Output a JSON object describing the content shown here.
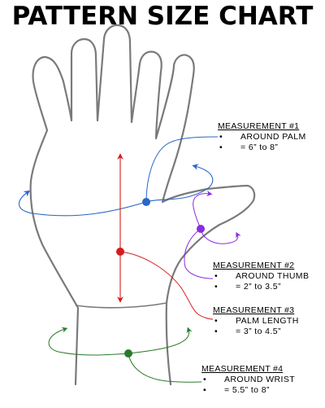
{
  "title": "PATTERN SIZE CHART",
  "colors": {
    "outline": "#7a7a7a",
    "palm": "#2a66c8",
    "thumb": "#8a2be2",
    "length": "#d41c1c",
    "wrist": "#2a7a2a"
  },
  "measurements": [
    {
      "heading": "MEASUREMENT #1",
      "line1": "AROUND PALM",
      "line2": "= 6” to 8”",
      "bullet": "•",
      "color_key": "palm"
    },
    {
      "heading": "MEASUREMENT #2",
      "line1": "AROUND THUMB",
      "line2": "= 2” to 3.5”",
      "bullet": "•",
      "color_key": "thumb"
    },
    {
      "heading": "MEASUREMENT #3",
      "line1": "PALM LENGTH",
      "line2": "= 3” to 4.5”",
      "bullet": "•",
      "color_key": "length"
    },
    {
      "heading": "MEASUREMENT #4",
      "line1": "AROUND WRIST",
      "line2": "= 5.5” to 8”",
      "bullet": "•",
      "color_key": "wrist"
    }
  ]
}
